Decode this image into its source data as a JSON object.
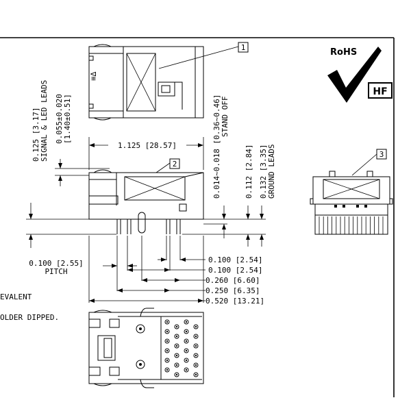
{
  "badges": {
    "rohs": "RoHS",
    "hf": "HF"
  },
  "balloons": [
    "1",
    "2",
    "3"
  ],
  "dimensions": {
    "overall_length": "1.125 [28.57]",
    "signal_led_height_value": "0.125 [3.17]",
    "signal_led_height_label": "SIGNAL & LED LEADS",
    "lead_width_1": "0.055±0.020",
    "lead_width_2": "[1.40±0.51]",
    "standoff_value": "0.014~0.018 [0.36~0.46]",
    "standoff_label": "STAND OFF",
    "ground_to_board": "0.112 [2.84]",
    "ground_leads_value": "0.132 [3.35]",
    "ground_leads_label": "GROUND LEADS",
    "pitch_value": "0.100 [2.55]",
    "pitch_label": "PITCH",
    "d1": "0.100 [2.54]",
    "d2": "0.100 [2.54]",
    "d3": "0.260 [6.60]",
    "d4": "0.250 [6.35]",
    "d5": "0.520 [13.21]"
  },
  "notes": {
    "n1": "EVALENT",
    "n2": "OLDER DIPPED."
  }
}
